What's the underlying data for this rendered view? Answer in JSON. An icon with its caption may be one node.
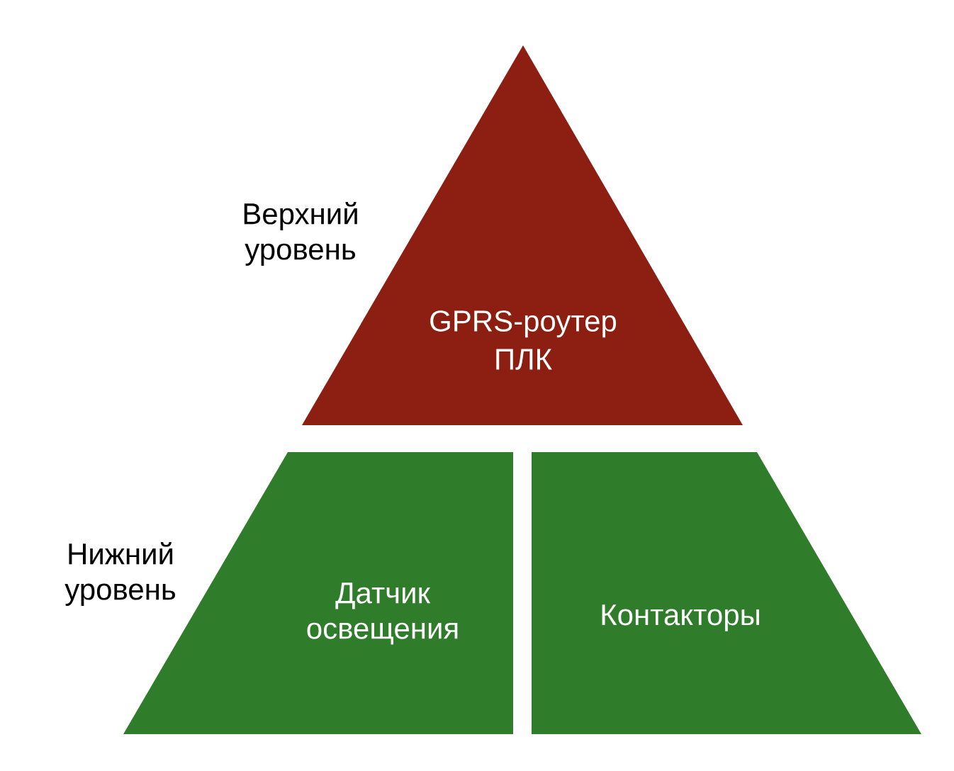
{
  "diagram": {
    "nodes": [
      {
        "text": [
          "GPRS-роутер",
          "ПЛК"
        ]
      },
      {
        "text": [
          "Датчик освещения"
        ]
      },
      {
        "text": [
          "Контакторы"
        ]
      }
    ],
    "labels": [
      "Верхний уровень",
      "Нижний уровень"
    ]
  }
}
